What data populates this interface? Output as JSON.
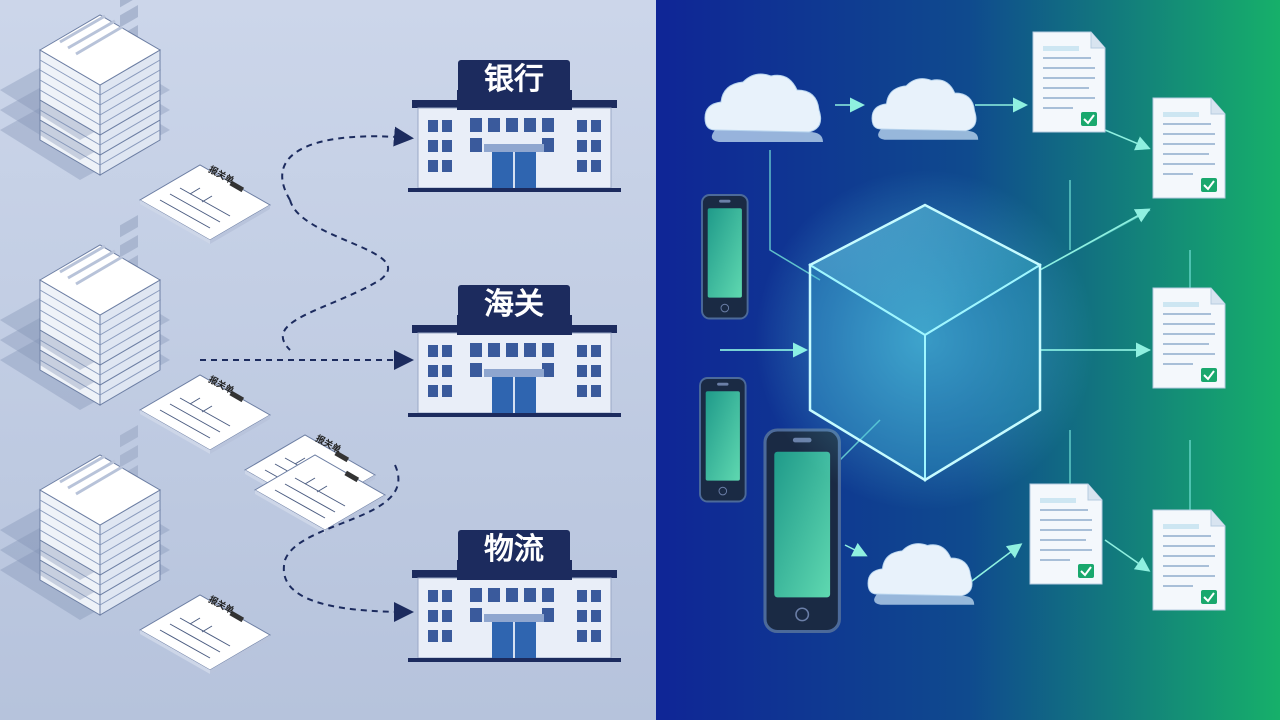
{
  "left_panel": {
    "buildings": [
      {
        "label": "银行"
      },
      {
        "label": "海关"
      },
      {
        "label": "物流"
      }
    ],
    "form_tag": "报关单"
  },
  "colors": {
    "left_bg_top": "#c9d4e8",
    "left_bg_bottom": "#b7c5de",
    "right_bg_start": "#10259a",
    "right_bg_end": "#14a86b",
    "building_roof": "#1c2b5e",
    "cube_glow": "#6ef0ff"
  }
}
